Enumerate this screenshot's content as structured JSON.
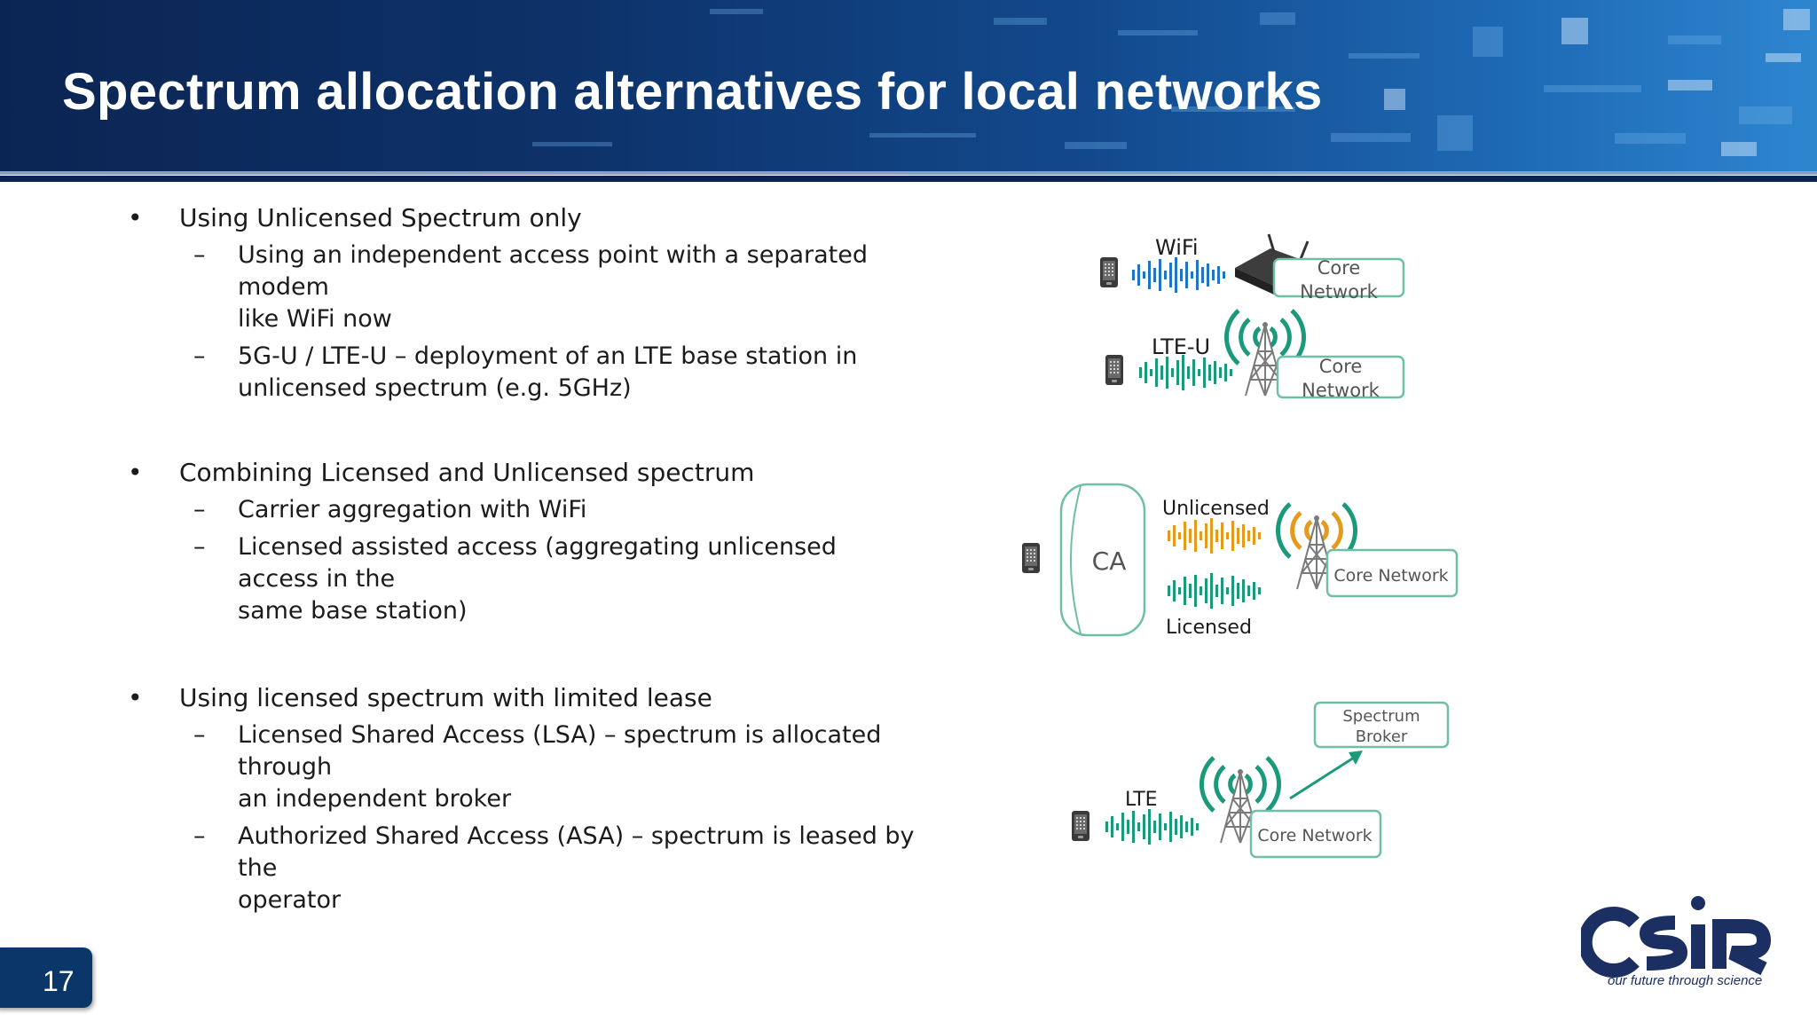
{
  "title": "Spectrum allocation alternatives for local networks",
  "sections": [
    {
      "bullet": "Using Unlicensed Spectrum only",
      "subs": [
        [
          "Using an independent access point with a separated modem",
          "like WiFi now"
        ],
        [
          "5G-U / LTE-U – deployment of an LTE base station in",
          "unlicensed spectrum (e.g. 5GHz)"
        ]
      ]
    },
    {
      "bullet": "Combining Licensed and Unlicensed spectrum",
      "subs": [
        [
          "Carrier aggregation with WiFi"
        ],
        [
          "Licensed assisted access (aggregating unlicensed access in the",
          "same base station)"
        ]
      ]
    },
    {
      "bullet": "Using licensed spectrum with limited lease",
      "subs": [
        [
          "Licensed Shared Access (LSA) – spectrum is allocated through",
          "an independent broker"
        ],
        [
          "Authorized Shared Access (ASA) – spectrum is leased by the",
          "operator"
        ]
      ]
    }
  ],
  "diagram1": {
    "wifi_label": "WiFi",
    "lte_u_label": "LTE-U",
    "core_line1": "Core",
    "core_line2": "Network"
  },
  "diagram2": {
    "ca_label": "CA",
    "unlicensed_label": "Unlicensed",
    "licensed_label": "Licensed",
    "core_label": "Core Network"
  },
  "diagram3": {
    "lte_label": "LTE",
    "broker_line1": "Spectrum",
    "broker_line2": "Broker",
    "core_label": "Core Network"
  },
  "colors": {
    "header_dark": "#0b2553",
    "wifi_blue": "#1f74c4",
    "lte_green": "#1a9a7a",
    "unlicensed_orange": "#e59a1c",
    "box_border": "#6fbfa6",
    "logo_navy": "#1b2f63"
  },
  "page_number": "17",
  "logo": {
    "text": "CSIR",
    "tagline": "our future through science"
  }
}
